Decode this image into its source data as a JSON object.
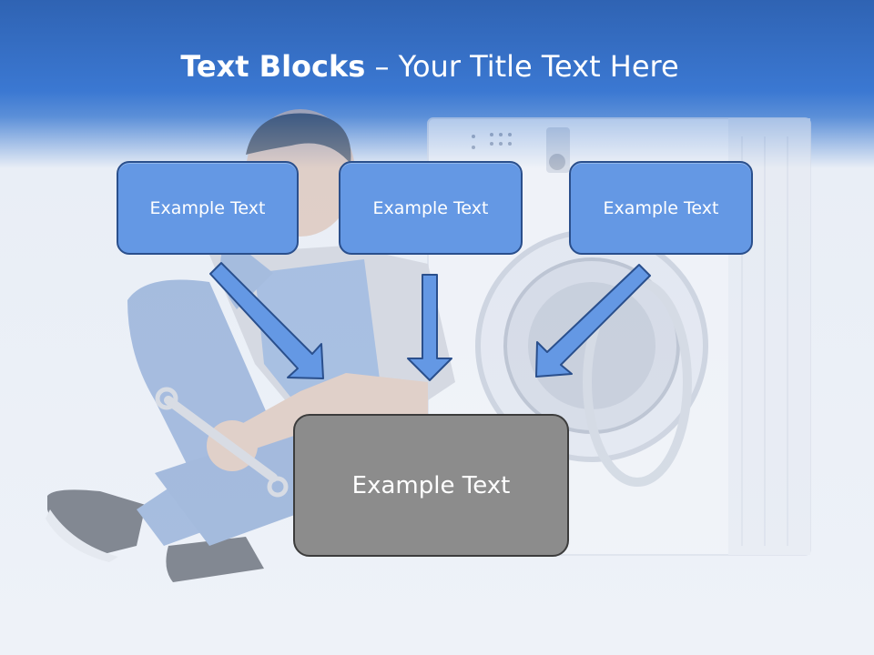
{
  "slide": {
    "title_bold": "Text Blocks",
    "title_dash": " – ",
    "title_rest": "Your Title Text Here",
    "top_boxes": [
      "Example Text",
      "Example Text",
      "Example Text"
    ],
    "bottom_box": "Example Text"
  },
  "colors": {
    "header_blue": "#3b78d2",
    "box_blue": "#6498e4",
    "box_border": "#2a4f8c",
    "box_gray": "#8c8c8c"
  }
}
